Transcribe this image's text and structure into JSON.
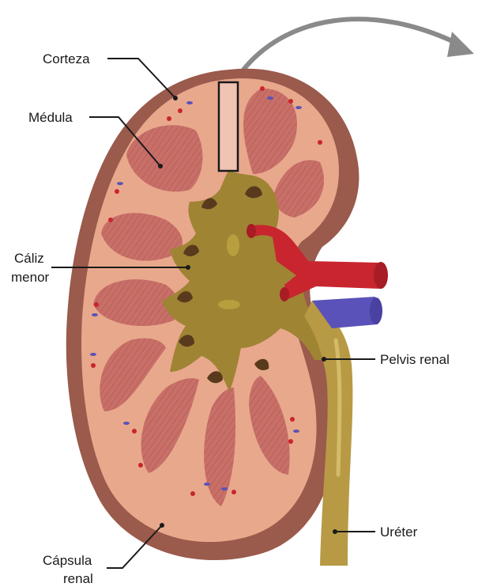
{
  "labels": {
    "corteza": "Corteza",
    "medula": "Médula",
    "caliz_line1": "Cáliz",
    "caliz_line2": "menor",
    "pelvis": "Pelvis renal",
    "ureter": "Uréter",
    "capsula_line1": "Cápsula",
    "capsula_line2": "renal"
  },
  "colors": {
    "capsule": "#9a5a4c",
    "cortex": "#e8a88c",
    "medulla": "#c86f68",
    "pelvis": "#9f8434",
    "ureter": "#b89a45",
    "artery": "#c8252f",
    "vein": "#5a52b8",
    "arrow": "#8a8a8a"
  }
}
